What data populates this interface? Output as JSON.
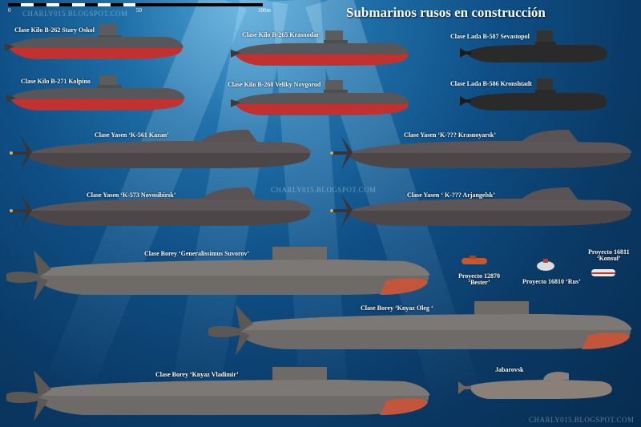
{
  "title": "Submarinos rusos en construcción",
  "scale": {
    "ticks": [
      "0",
      "50",
      "100m"
    ]
  },
  "watermarks": [
    "CHARLY015.BLOGSPOT.COM",
    "CHARLY015.BLOGSPOT.COM",
    "CHARLY015.BLOGSPOT.COM"
  ],
  "colors": {
    "water": "#0a3a66",
    "kilo_hull_top": "#55575a",
    "kilo_hull_bottom": "#c0312f",
    "lada_hull": "#2a2a2a",
    "yasen_hull": "#4d4648",
    "borey_hull": "#6d6a67",
    "borey_nose": "#c2553a",
    "jabarovsk_hull": "#8a8078"
  },
  "labels": {
    "kilo1": "Clase Kilo B-262 Stary Oskol",
    "kilo2": "Clase Kilo B-265 Krasnodar",
    "kilo3": "Clase Kilo B-271 Kolpino",
    "kilo4": "Clase Kilo B-268 Veliky Novgorod",
    "lada1": "Clase Lada B-587 Sevastopol",
    "lada2": "Clase Lada B-586 Kronshtadt",
    "yasen1": "Clase Yasen ‘K-561 Kazan’",
    "yasen2": "Clase Yasen ‘K-??? Krasnoyarsk’",
    "yasen3": "Clase Yasen ‘K-573 Novosibirsk’",
    "yasen4": "Clase Yasen ‘ K-??? Arjangelsk’",
    "borey1": "Clase Borey ‘Generalissimus Suvorov’",
    "borey2": "Clase Borey ‘Knyaz Oleg ‘",
    "borey3": "Clase Borey ‘Knyaz Vladimir’",
    "jabarovsk": "Jabarovsk",
    "p12870_a": "Proyecto 12870",
    "p12870_b": "‘Bester’",
    "p16810": "Proyecto 16810 ‘Rus’",
    "p16811_a": "Proyecto 16811",
    "p16811_b": "‘Konsul’"
  }
}
